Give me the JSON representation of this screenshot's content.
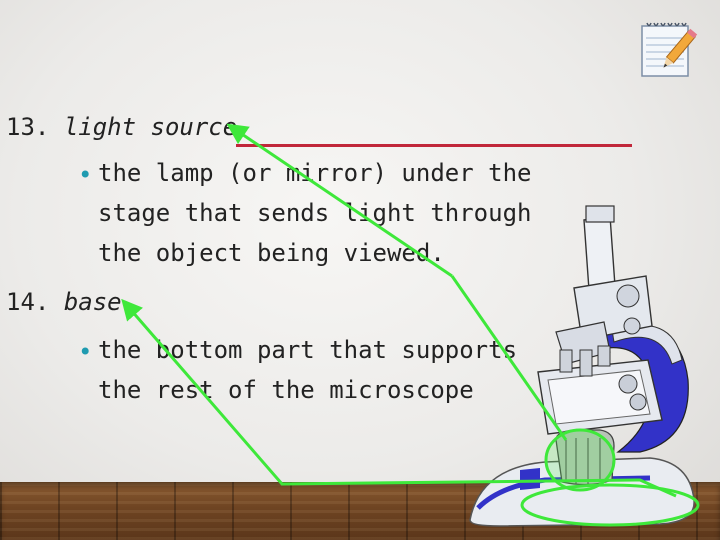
{
  "items": [
    {
      "number": "13.",
      "term": "light source",
      "bullet_lines": [
        "the lamp (or mirror) under the",
        "stage that sends light through",
        "the object being viewed."
      ]
    },
    {
      "number": "14.",
      "term": "base",
      "bullet_lines": [
        "the bottom part that supports",
        "the rest of the microscope"
      ]
    }
  ],
  "colors": {
    "arrow": "#3ee83a",
    "underline": "#c1273a",
    "bullet": "#1f9bb0",
    "microscope_arm": "#3232c8"
  },
  "icons": [
    "notepad-pencil-icon",
    "microscope-illustration",
    "bullet-dot-icon"
  ]
}
